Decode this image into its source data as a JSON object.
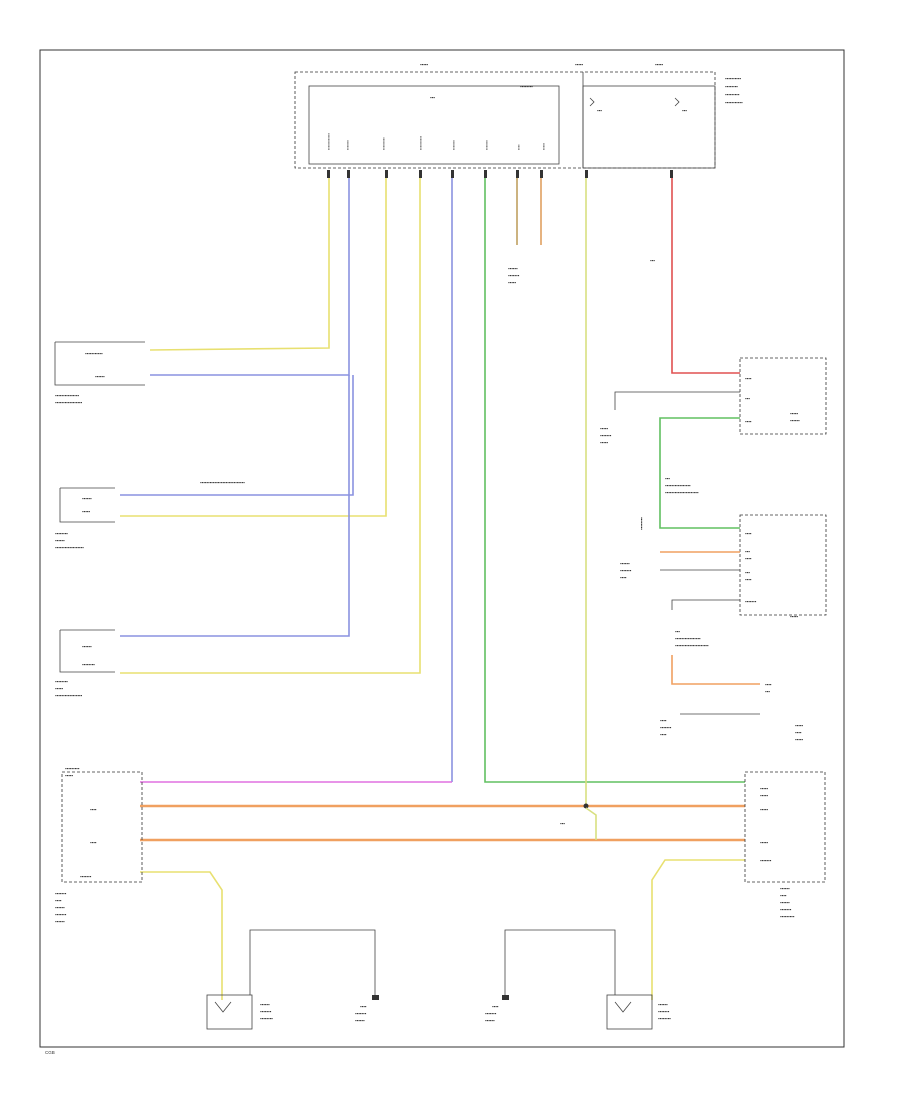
{
  "colors": {
    "yellow": "#e8e070",
    "blue": "#8a92e0",
    "orange": "#f0a060",
    "green": "#60c060",
    "magenta": "#e070e0",
    "red": "#e05050",
    "lightgreen": "#b8e090",
    "black": "#333333"
  },
  "icons": [
    "ground-symbol",
    "antenna-symbol",
    "splice-dot"
  ],
  "footer": {
    "code": "CGB"
  }
}
